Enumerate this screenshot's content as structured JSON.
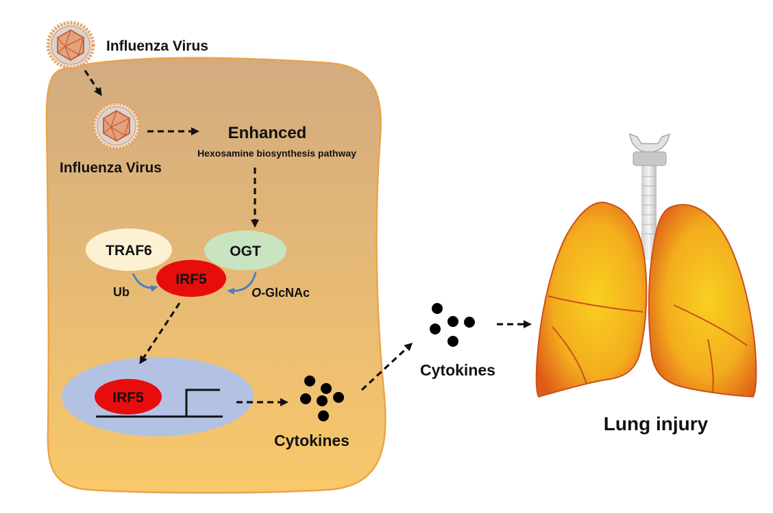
{
  "labels": {
    "virus_outside": "Influenza Virus",
    "virus_inside": "Influenza Virus",
    "enhanced": "Enhanced",
    "pathway": "Hexosamine biosynthesis pathway",
    "traf6": "TRAF6",
    "ogt": "OGT",
    "irf5_cyto": "IRF5",
    "ub": "Ub",
    "o_prefix": "O",
    "glcnac": "-GlcNAc",
    "irf5_nucleus": "IRF5",
    "cytokines_cell": "Cytokines",
    "cytokines_mid": "Cytokines",
    "lung_injury": "Lung injury"
  },
  "colors": {
    "cell_top": "#d2ab80",
    "cell_bottom": "#f9c86a",
    "cell_border": "#e9a44a",
    "nucleus": "#b3c2e3",
    "traf6": "#fdf1d3",
    "ogt": "#c8e4c0",
    "irf5": "#e80d0d",
    "modification_arrow": "#4f7ec2",
    "virus_shell": "#e8a060",
    "lung_light": "#f7c21c",
    "lung_dark": "#e0561a"
  },
  "icons": [
    "influenza-virus-icon",
    "lungs-icon",
    "cytokine-dots-icon",
    "gene-promoter-icon"
  ]
}
